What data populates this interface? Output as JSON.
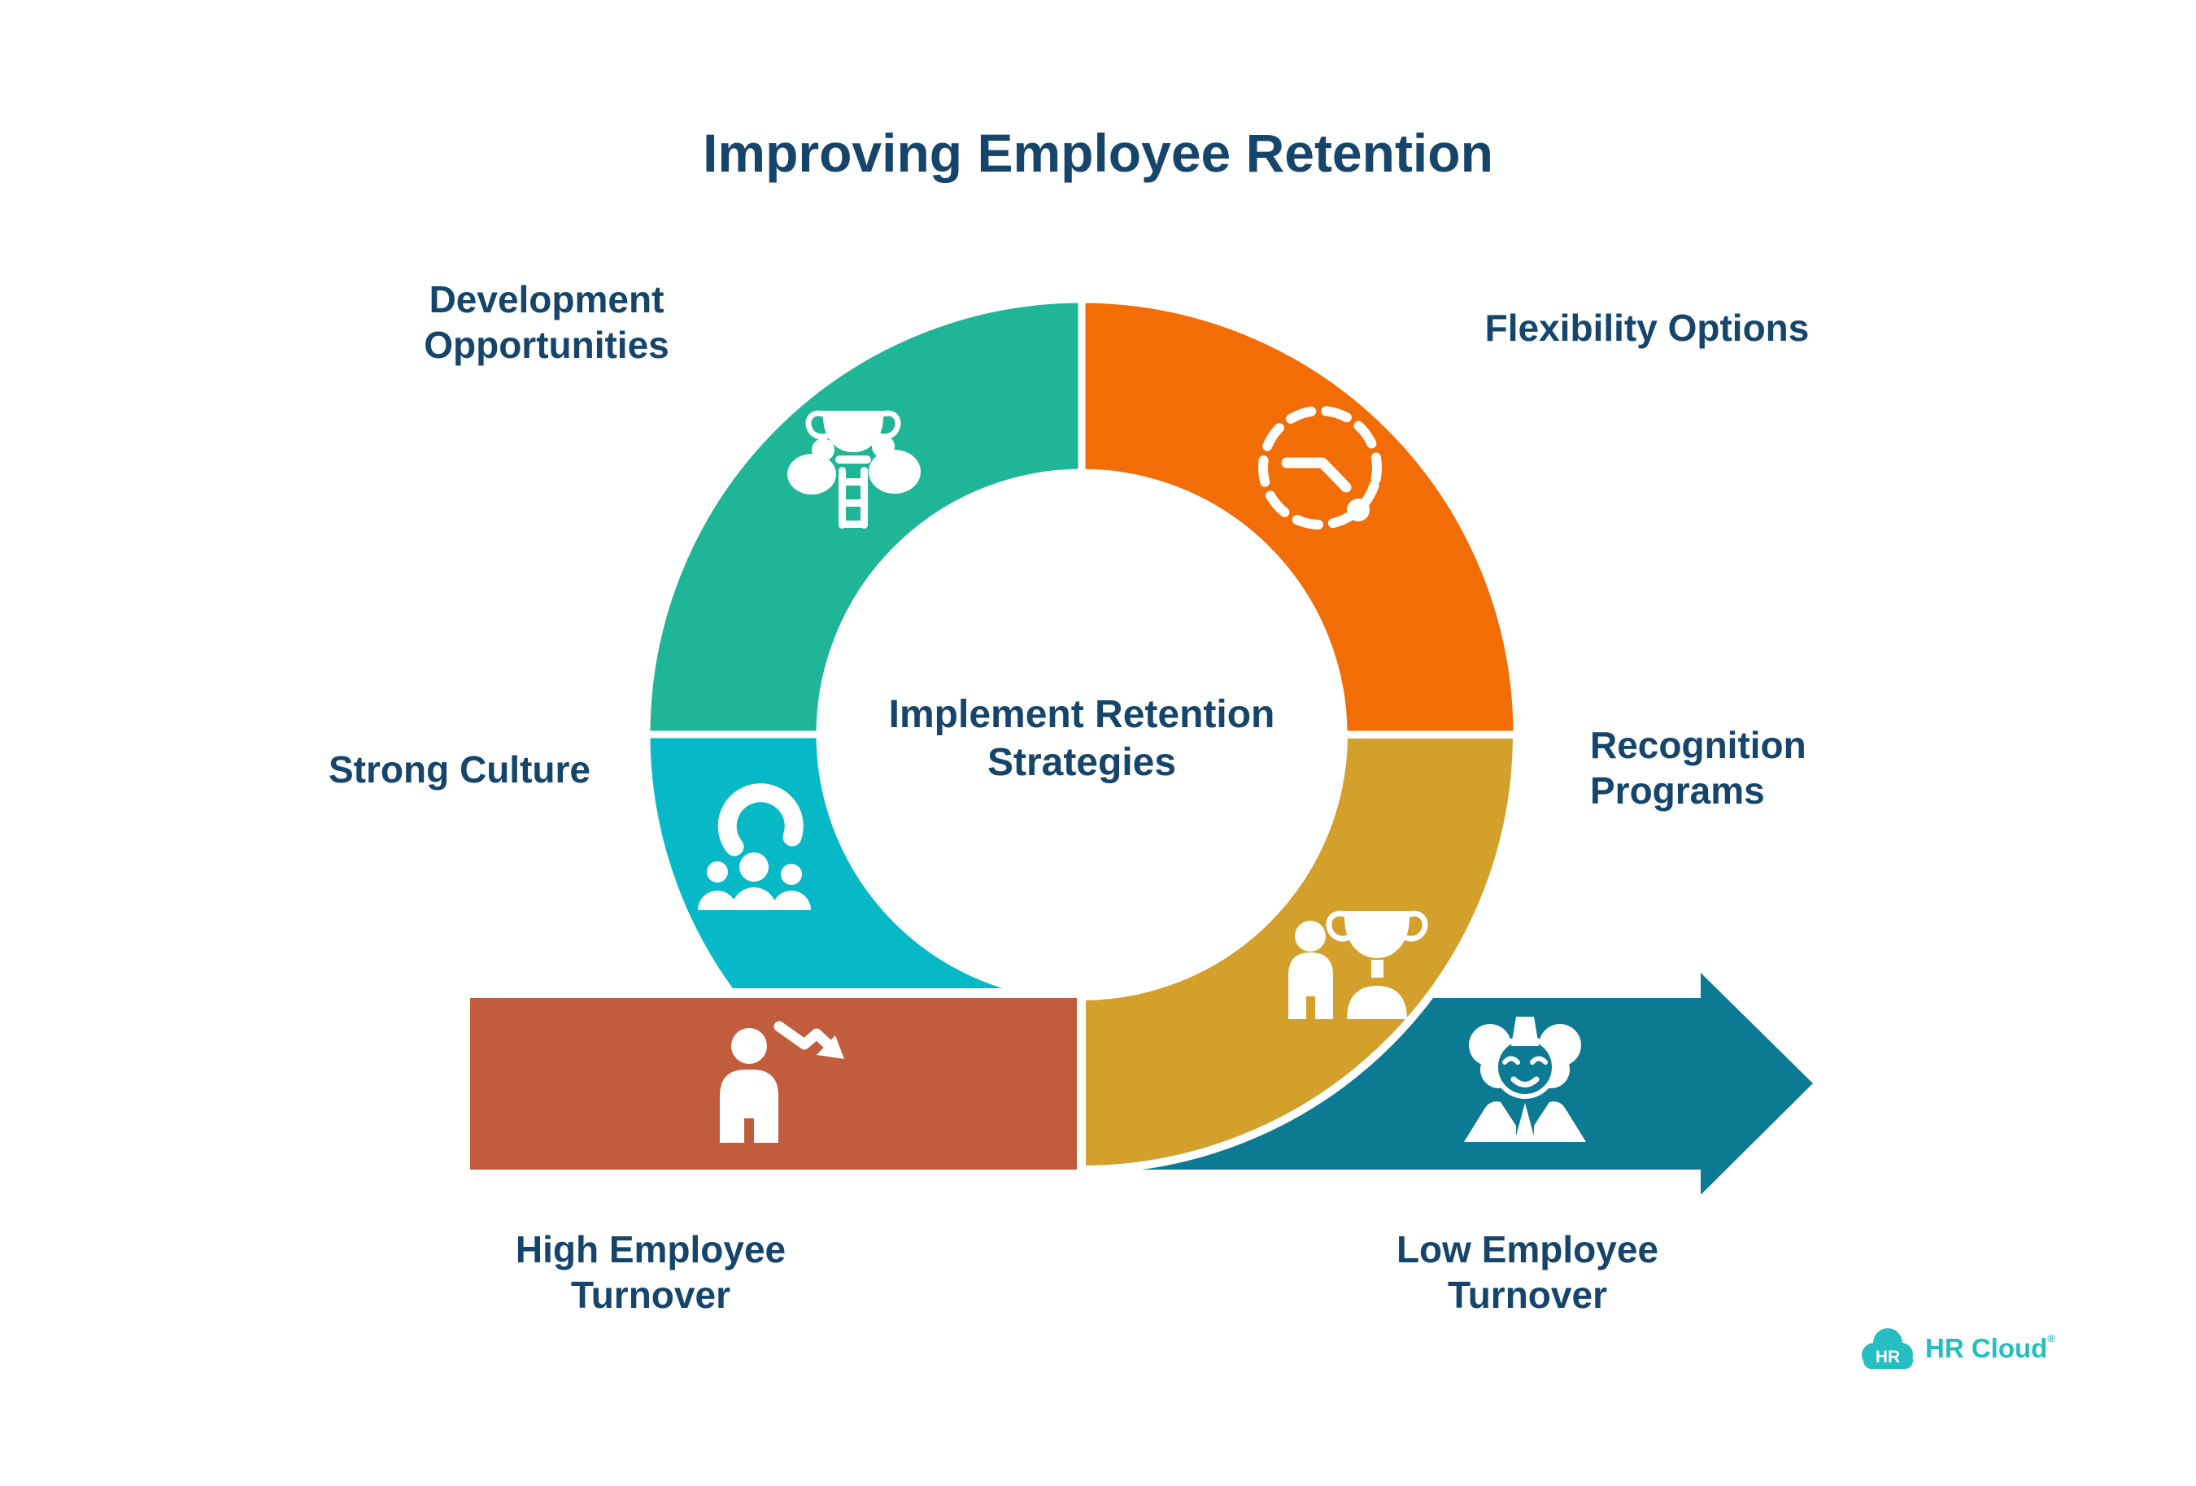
{
  "title": "Improving Employee Retention",
  "center_label": "Implement Retention Strategies",
  "segments": [
    {
      "label": "Development Opportunities",
      "icon": "career-ladder-trophy-icon",
      "color": "#1FB597",
      "position": "top-left"
    },
    {
      "label": "Flexibility Options",
      "icon": "flexible-schedule-clock-icon",
      "color": "#F26D06",
      "position": "top-right"
    },
    {
      "label": "Strong Culture",
      "icon": "team-culture-question-icon",
      "color": "#07B9C6",
      "position": "bottom-left"
    },
    {
      "label": "Recognition Programs",
      "icon": "employee-award-icon",
      "color": "#D3A02B",
      "position": "bottom-right"
    }
  ],
  "flow": {
    "start": {
      "label": "High Employee Turnover",
      "icon": "employee-decline-icon",
      "color": "#C15D3C"
    },
    "end": {
      "label": "Low Employee Turnover",
      "icon": "satisfied-employee-icon",
      "color": "#0D7A93",
      "shape": "right-arrow"
    }
  },
  "branding": {
    "logo_badge": "HR",
    "logo_text": "HR Cloud",
    "trademark": "®",
    "color": "#25BEC3"
  },
  "text_color": "#16456B",
  "background": "#FFFFFF"
}
